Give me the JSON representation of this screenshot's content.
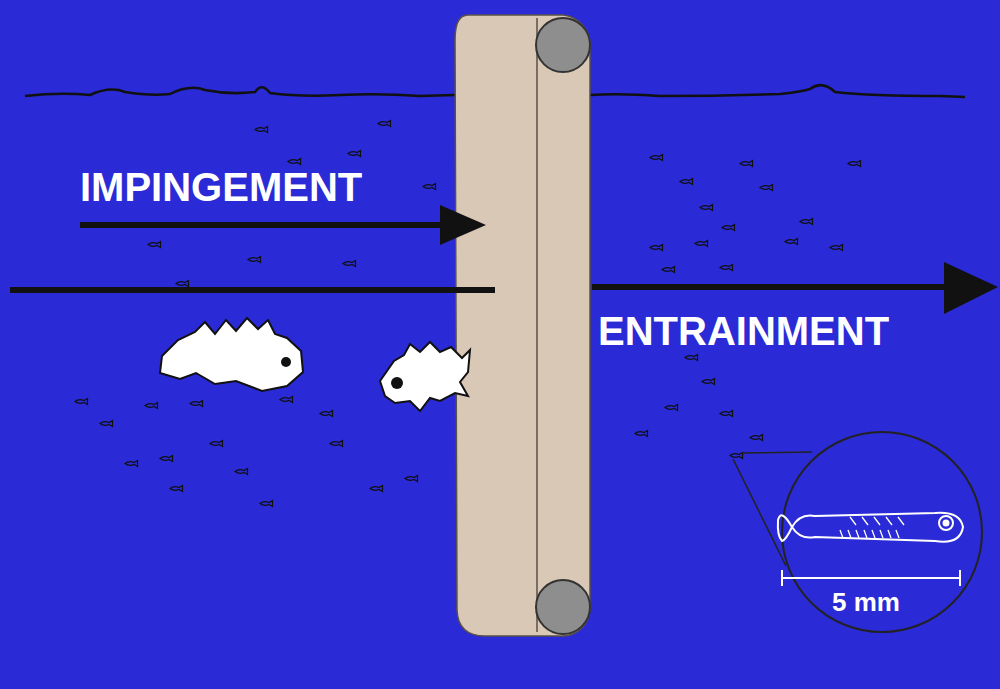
{
  "diagram": {
    "labels": [
      "IMPINGEMENT",
      "ENTRAINMENT",
      "5 mm"
    ]
  }
}
